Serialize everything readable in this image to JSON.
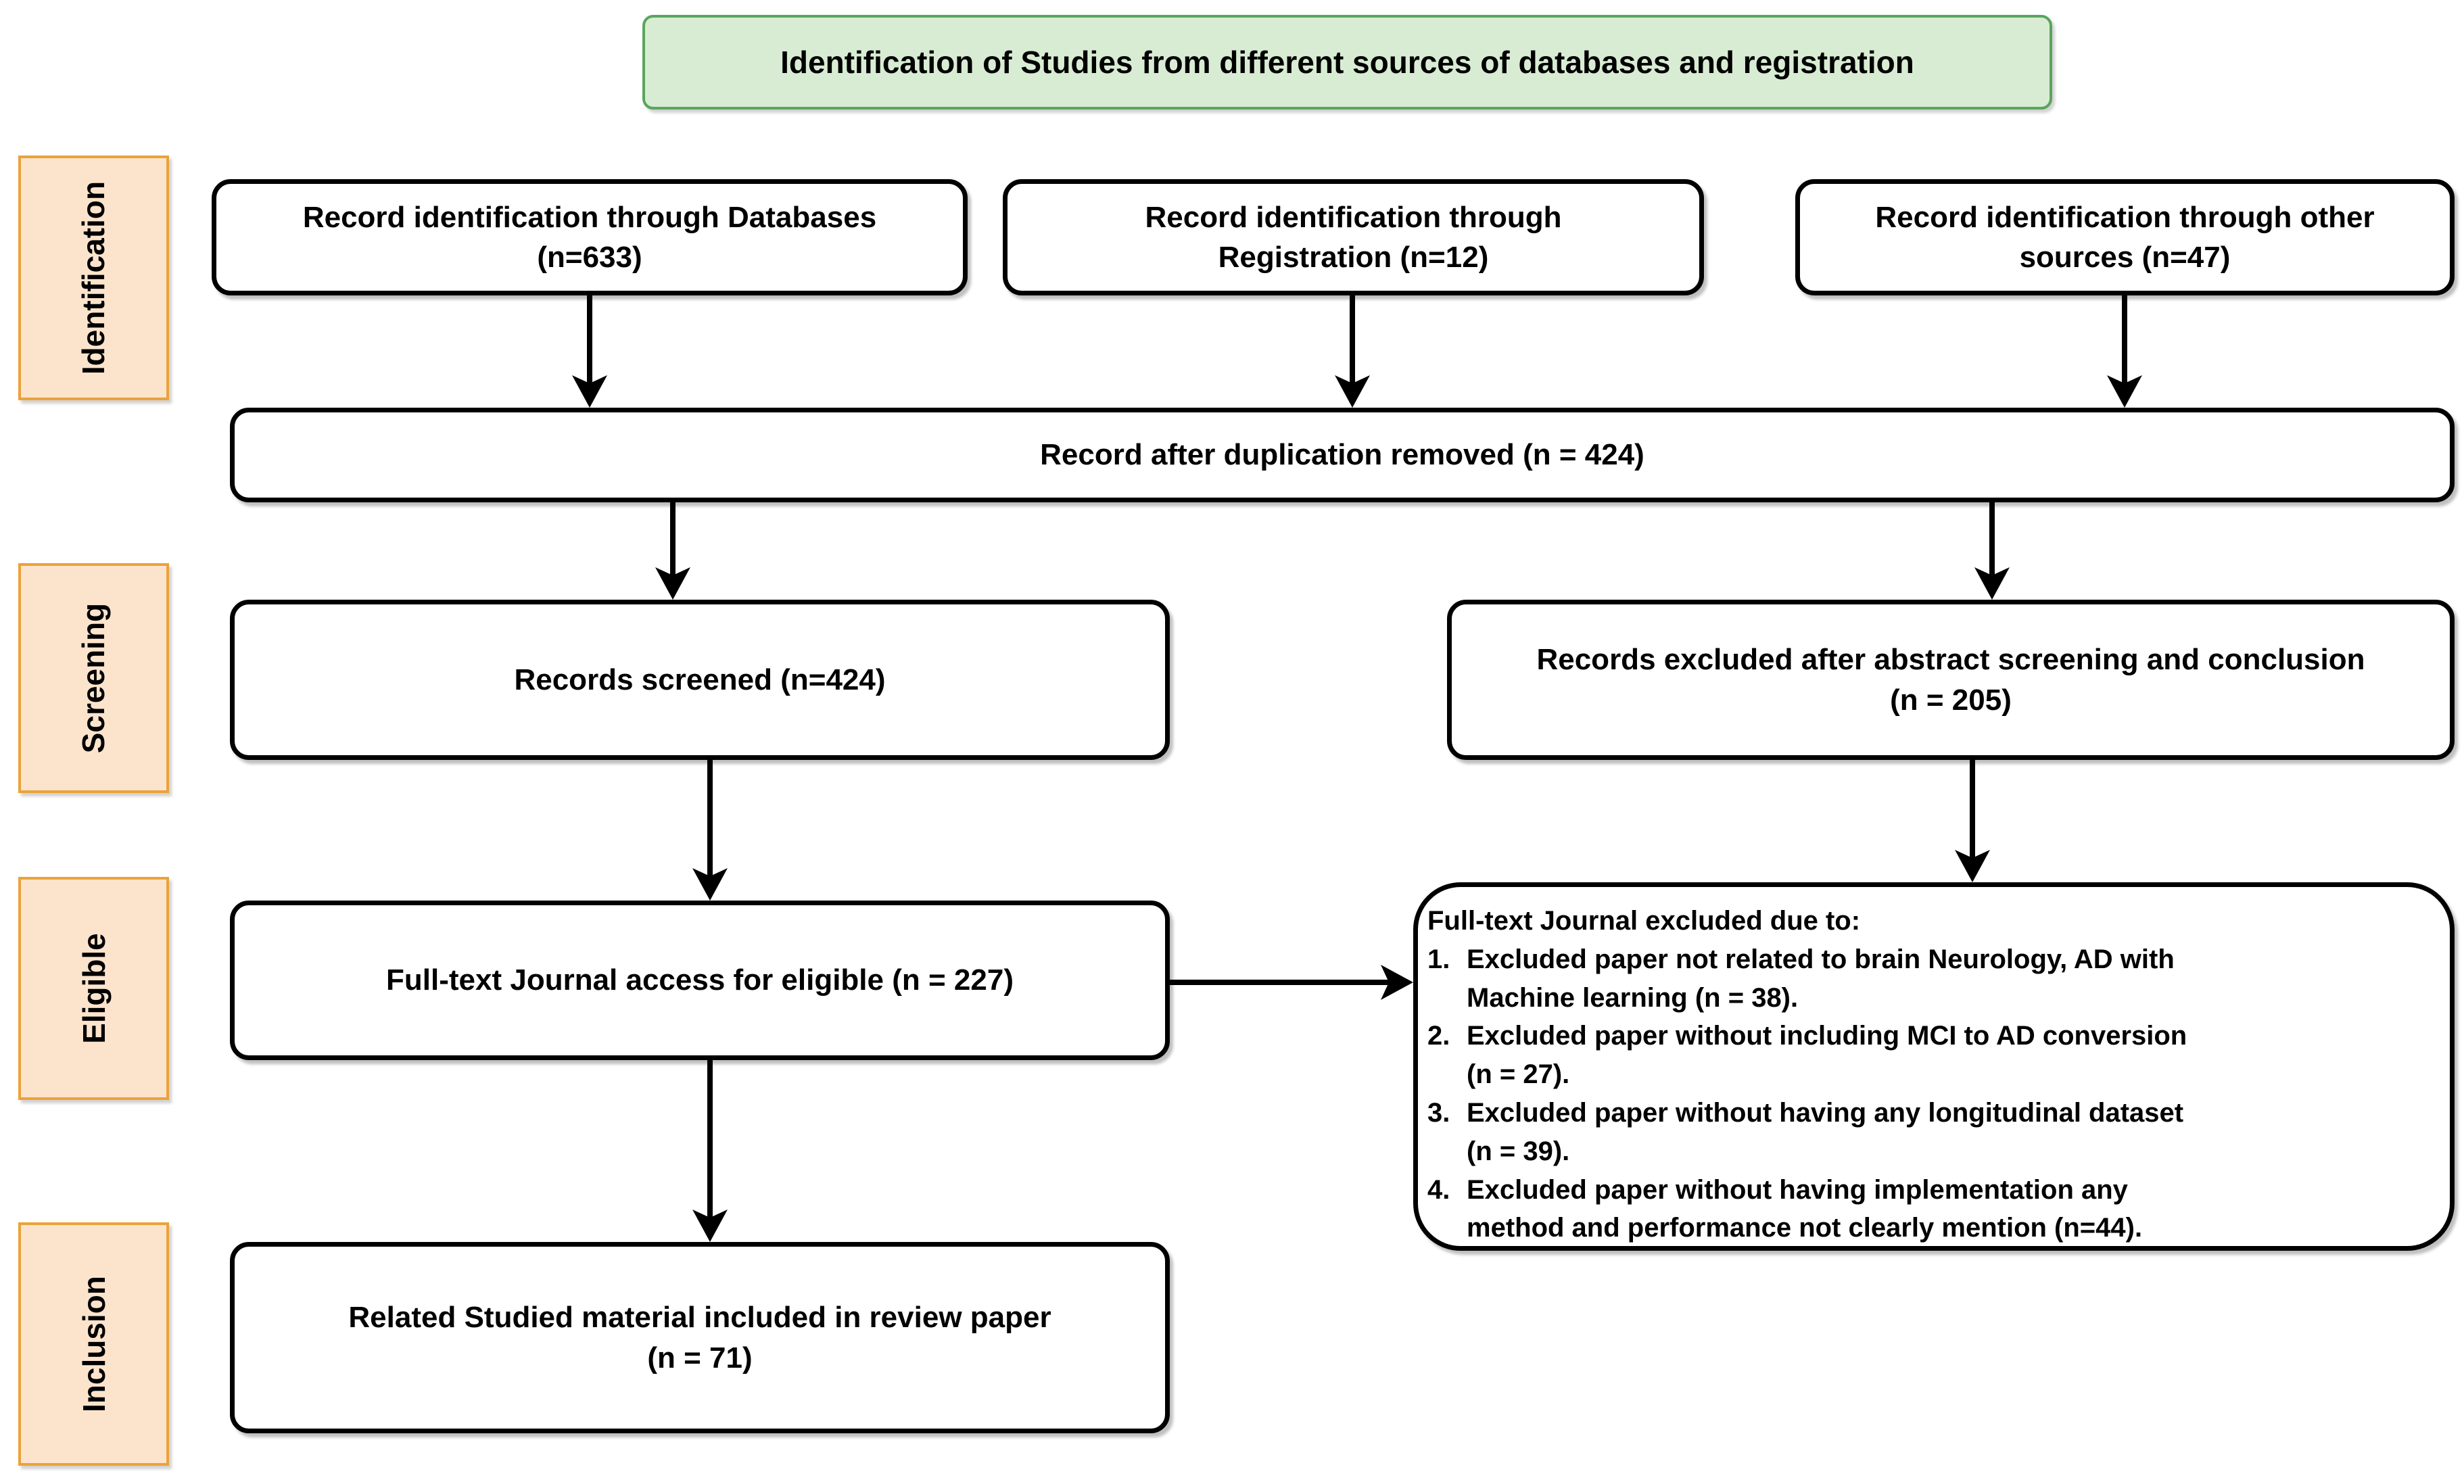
{
  "title": "Identification of Studies from different sources of databases and registration",
  "sidebar": {
    "identification": "Identification",
    "screening": "Screening",
    "eligible": "Eligible",
    "inclusion": "Inclusion"
  },
  "boxes": {
    "databases": "Record identification through Databases\n(n=633)",
    "registration": "Record identification through\nRegistration (n=12)",
    "other_sources": "Record identification through other\nsources (n=47)",
    "dedup": "Record after duplication removed (n = 424)",
    "screened": "Records screened (n=424)",
    "excluded_abstract": "Records excluded after abstract screening and conclusion\n(n = 205)",
    "fulltext": "Full-text Journal access for eligible (n = 227)",
    "included": "Related Studied material included in review paper\n(n = 71)"
  },
  "exclusion": {
    "title": "Full-text Journal excluded due to:",
    "items": [
      {
        "num": "1.",
        "text": "Excluded paper not related to brain Neurology, AD with\nMachine learning (n = 38)."
      },
      {
        "num": "2.",
        "text": "Excluded paper without including MCI to AD conversion\n(n = 27)."
      },
      {
        "num": "3.",
        "text": "Excluded paper without having any longitudinal dataset\n(n = 39)."
      },
      {
        "num": "4.",
        "text": "Excluded paper without having implementation any\nmethod and performance not clearly mention (n=44)."
      }
    ]
  },
  "colors": {
    "title_fill": "#d8ecd3",
    "title_border": "#5aa55c",
    "stage_fill": "#fce4cc",
    "stage_border": "#eba23a",
    "box_fill": "#ffffff",
    "box_border": "#000000",
    "arrow": "#000000"
  }
}
